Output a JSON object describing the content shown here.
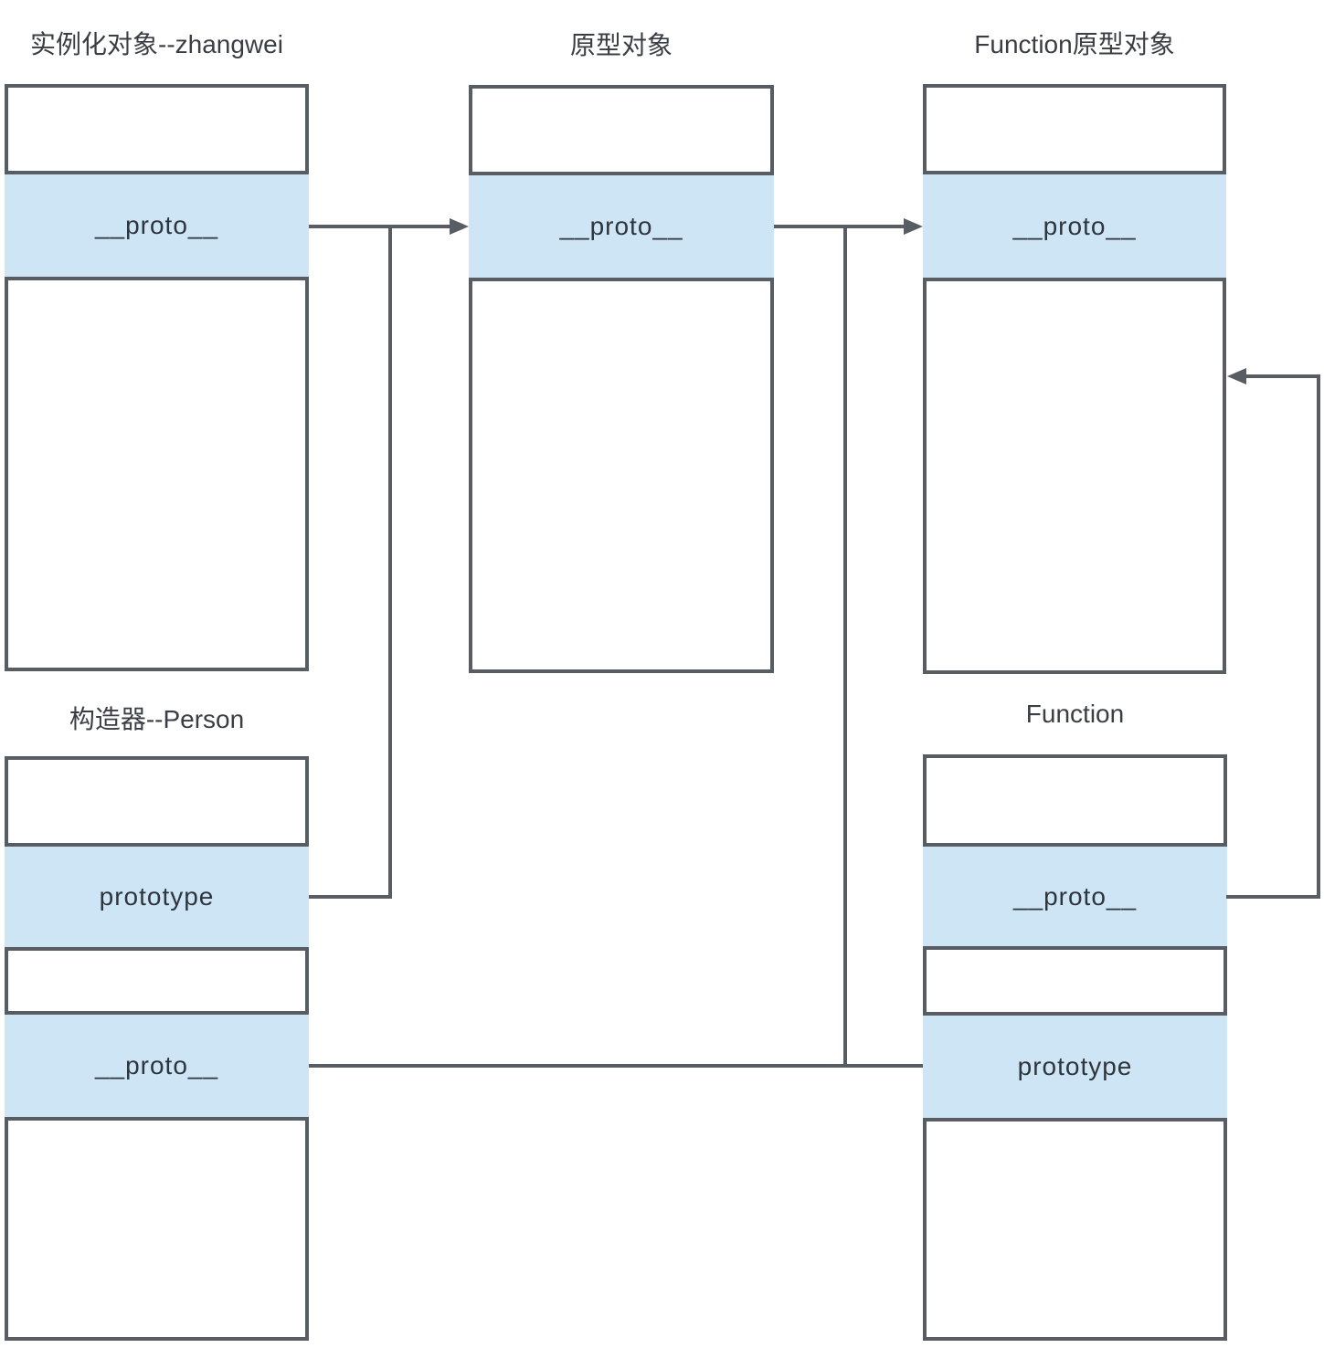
{
  "diagram": {
    "boxes": {
      "instance": {
        "title": "实例化对象--zhangwei",
        "rows": {
          "proto": "__proto__"
        }
      },
      "prototype_object": {
        "title": "原型对象",
        "rows": {
          "proto": "__proto__"
        }
      },
      "function_prototype_object": {
        "title": "Function原型对象",
        "rows": {
          "proto": "__proto__"
        }
      },
      "constructor_person": {
        "title": "构造器--Person",
        "rows": {
          "prototype": "prototype",
          "proto": "__proto__"
        }
      },
      "function": {
        "title": "Function",
        "rows": {
          "proto": "__proto__",
          "prototype": "prototype"
        }
      }
    },
    "connections": [
      {
        "from": "instance.__proto__",
        "to": "prototype_object.__proto__"
      },
      {
        "from": "prototype_object.__proto__",
        "to": "function_prototype_object.__proto__"
      },
      {
        "from": "constructor_person.prototype",
        "to": "prototype_object.__proto__"
      },
      {
        "from": "constructor_person.__proto__",
        "to": "function.prototype"
      },
      {
        "from": "function.__proto__",
        "to": "function_prototype_object"
      }
    ],
    "colors": {
      "line": "#585d63",
      "row_fill": "#cde5f5",
      "row_text": "#2f353c",
      "title_text": "#3a3e44",
      "canvas_background": "#ffffff"
    }
  }
}
